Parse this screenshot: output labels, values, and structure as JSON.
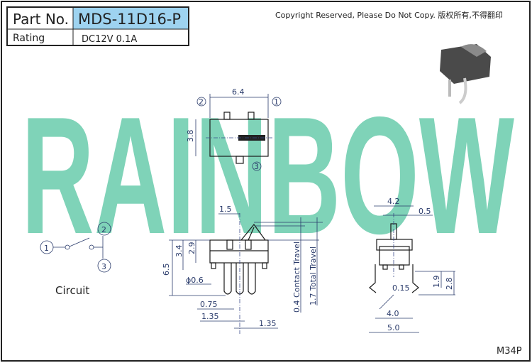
{
  "title_block": {
    "part_label": "Part No.",
    "part_number": "MDS-11D16-P",
    "rating_label": "Rating",
    "rating_value": "DC12V 0.1A"
  },
  "copyright": "Copyright Reserved, Please Do Not Copy. 版权所有,不得翻印",
  "watermark": "RAINBOW",
  "circuit": {
    "label": "Circuit",
    "pins": [
      "1",
      "2",
      "3"
    ]
  },
  "top_view": {
    "width": "6.4",
    "height": "3.8",
    "pins": [
      "2",
      "1",
      "3"
    ]
  },
  "side_view": {
    "dims": [
      "1.5",
      "6.5",
      "3.4",
      "2.9",
      "ϕ0.6",
      "0.75",
      "1.35",
      "1.35"
    ],
    "contact_travel": "0.4 Contact Travel",
    "total_travel": "1.7 Total Travel"
  },
  "end_view": {
    "dims": [
      "4.2",
      "0.5",
      "1.9",
      "2.8",
      "0.15",
      "4.0",
      "5.0"
    ]
  },
  "drawing_code": "M34P",
  "colors": {
    "highlight": "#9ed3f0",
    "watermark": "#7fd3b8",
    "dimension": "#2a3b6b"
  }
}
